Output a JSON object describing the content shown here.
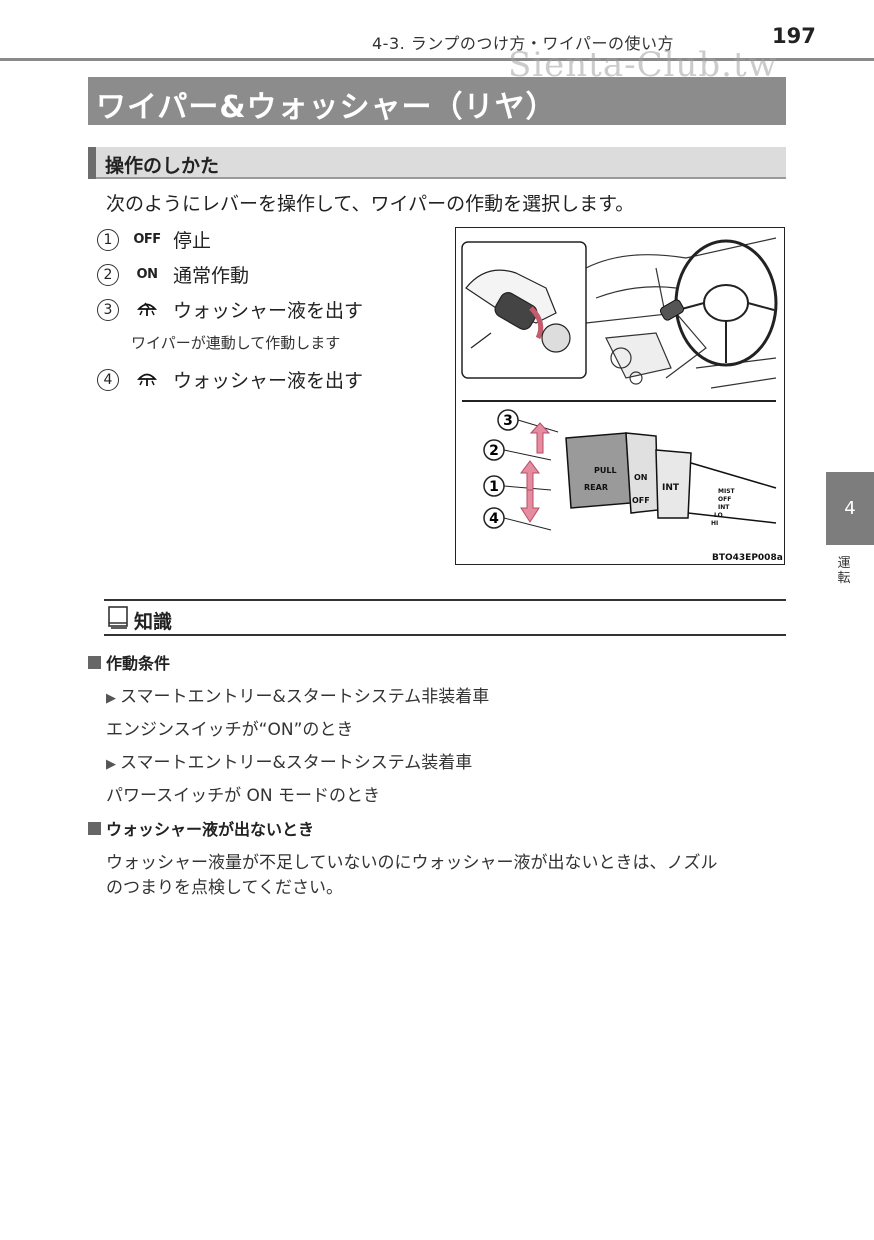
{
  "header": {
    "section": "4-3. ランプのつけ方・ワイパーの使い方",
    "page_number": "197",
    "watermark": "Sienta-Club.tw"
  },
  "title": "ワイパー&ウォッシャー（リヤ）",
  "subsection": "操作のしかた",
  "intro": "次のようにレバーを操作して、ワイパーの作動を選択します。",
  "items": [
    {
      "num": "1",
      "symbol": "OFF",
      "text": "停止"
    },
    {
      "num": "2",
      "symbol": "ON",
      "text": "通常作動"
    },
    {
      "num": "3",
      "symbol": "washer-with-wiper-icon",
      "text": "ウォッシャー液を出す"
    },
    {
      "num": "4",
      "symbol": "washer-icon",
      "text": "ウォッシャー液を出す"
    }
  ],
  "item3_note": "ワイパーが連動して作動します",
  "figure": {
    "code": "BTO43EP008a",
    "callouts": [
      "3",
      "2",
      "1",
      "4"
    ],
    "lever_labels": {
      "pull": "PULL",
      "rear": "REAR",
      "on": "ON",
      "off": "OFF",
      "int": "INT"
    },
    "scale_labels": [
      "MIST",
      "OFF",
      "INT",
      "LO",
      "HI"
    ]
  },
  "side_tab": {
    "number": "4",
    "label": "運転"
  },
  "knowledge": {
    "title": "知識",
    "sections": [
      {
        "heading": "作動条件",
        "lines": [
          "スマートエントリー&スタートシステム非装着車",
          "エンジンスイッチが“ON”のとき",
          "スマートエントリー&スタートシステム装着車",
          "パワースイッチが ON モードのとき"
        ]
      },
      {
        "heading": "ウォッシャー液が出ないとき",
        "lines": [
          "ウォッシャー液量が不足していないのにウォッシャー液が出ないときは、ノズル",
          "のつまりを点検してください。"
        ]
      }
    ]
  }
}
